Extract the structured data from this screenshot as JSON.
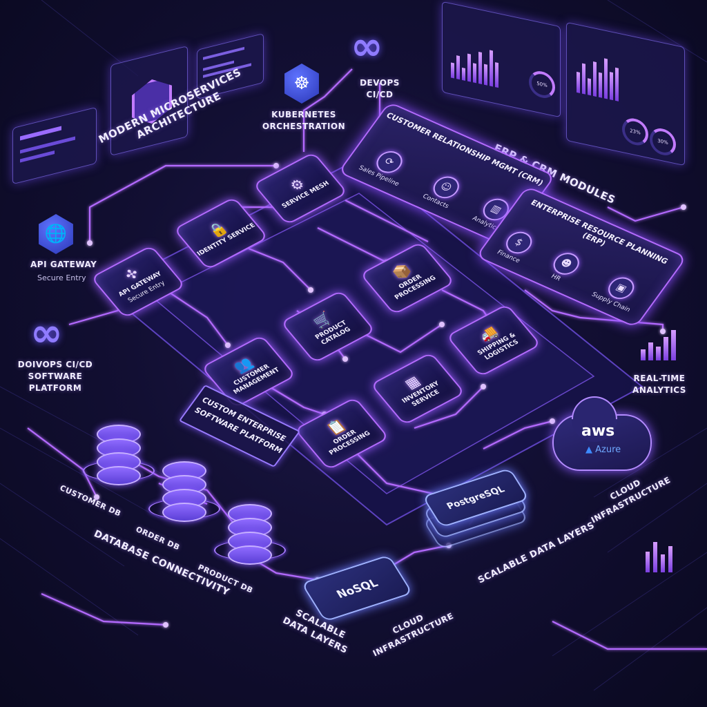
{
  "title": {
    "line1": "MODERN MICROSERVICES",
    "line2": "ARCHITECTURE"
  },
  "left": {
    "api_gateway": {
      "label": "API GATEWAY",
      "sub": "Secure Entry"
    },
    "devops": {
      "line1": "DOIVOPS CI/CD",
      "line2": "SOFTWARE",
      "line3": "PLATFORM"
    }
  },
  "top": {
    "kubernetes": {
      "line1": "KUBERNETES",
      "line2": "ORCHESTRATION"
    },
    "devops": {
      "line1": "DEVOPS",
      "line2": "CI/CD"
    }
  },
  "tiles": {
    "service_mesh": {
      "label": "SERVICE MESH",
      "icon": "⚙"
    },
    "identity": {
      "label": "IDENTITY SERVICE",
      "icon": "🔒"
    },
    "api_gateway": {
      "label": "API GATEWAY",
      "sub": "Secure Entry",
      "icon": "✣"
    },
    "order_processing_top": {
      "label": "ORDER PROCESSING",
      "icon": "📦"
    },
    "product_catalog": {
      "label": "PRODUCT CATALOG",
      "icon": "🛒"
    },
    "shipping": {
      "label": "SHIPPING & LOGISTICS",
      "icon": "🚚"
    },
    "customer_mgmt": {
      "label": "CUSTOMER MANAGEMENT",
      "icon": "👥"
    },
    "inventory": {
      "label": "INVENTORY SERVICE",
      "icon": "▦"
    },
    "order_processing_bottom": {
      "label": "ORDER PROCESSING",
      "icon": "📋"
    }
  },
  "erp_crm": {
    "heading": "ERP & CRM MODULES",
    "crm": {
      "title": "CUSTOMER RELATIONSHIP MGMT (CRM)",
      "modules": [
        {
          "label": "Sales Pipeline",
          "icon": "⟳"
        },
        {
          "label": "Contacts",
          "icon": "☺"
        },
        {
          "label": "Analytics",
          "icon": "▥"
        }
      ]
    },
    "erp": {
      "title": "ENTERPRISE RESOURCE PLANNING (ERP)",
      "modules": [
        {
          "label": "Finance",
          "icon": "$"
        },
        {
          "label": "HR",
          "icon": "☻"
        },
        {
          "label": "Supply Chain",
          "icon": "▣"
        }
      ]
    }
  },
  "platform_label": {
    "line1": "CUSTOM ENTERPRISE",
    "line2": "SOFTWARE PLATFORM"
  },
  "databases": {
    "customer": "CUSTOMER DB",
    "order": "ORDER DB",
    "product": "PRODUCT DB",
    "heading": "DATABASE CONNECTIVITY"
  },
  "data_layers": {
    "postgres": "PostgreSQL",
    "nosql": "NoSQL",
    "scalable_right": "SCALABLE DATA LAYERS",
    "scalable_bottom": {
      "line1": "SCALABLE",
      "line2": "DATA LAYERS"
    },
    "cloud_bottom": {
      "line1": "CLOUD",
      "line2": "INFRASTRUCTURE"
    }
  },
  "cloud": {
    "aws": "aws",
    "azure": "Azure",
    "label": {
      "line1": "CLOUD",
      "line2": "INFRASTRUCTURE"
    }
  },
  "analytics": {
    "line1": "REAL-TIME",
    "line2": "ANALYTICS"
  },
  "dashboard": {
    "gauge1": "50%",
    "gauge2": "23%",
    "gauge3": "30%"
  },
  "colors": {
    "accent": "#b46bff",
    "background": "#0b0a1f",
    "blue": "#5e73ff"
  }
}
